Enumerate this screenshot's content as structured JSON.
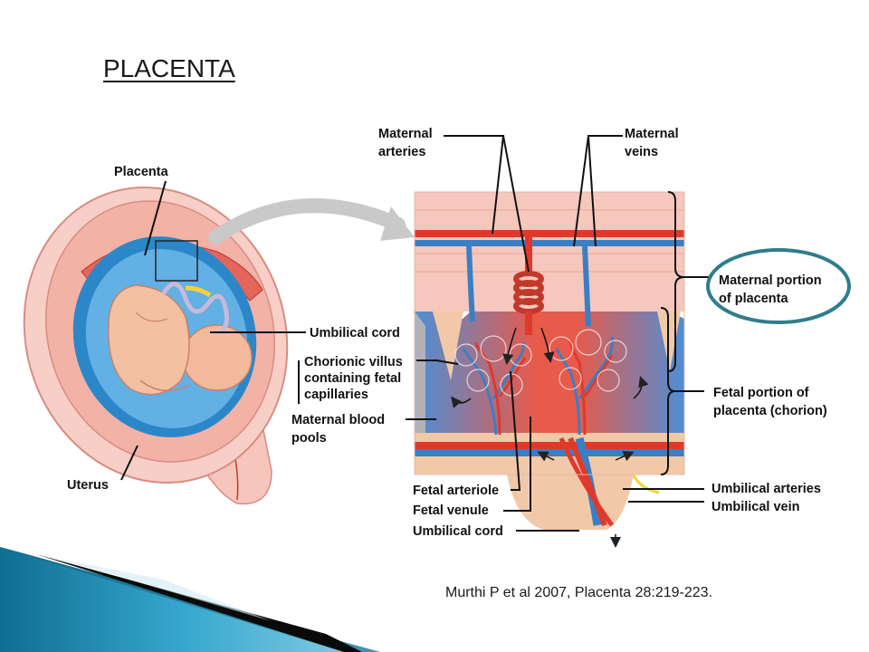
{
  "title": "PLACENTA",
  "labels": {
    "placenta": "Placenta",
    "umbilical_cord_left": "Umbilical cord",
    "chorionic_villus": [
      "Chorionic villus",
      "containing fetal",
      "capillaries"
    ],
    "maternal_blood_pools": [
      "Maternal blood",
      "pools"
    ],
    "uterus": "Uterus",
    "maternal_arteries": [
      "Maternal",
      "arteries"
    ],
    "maternal_veins": [
      "Maternal",
      "veins"
    ],
    "maternal_portion": [
      "Maternal portion",
      "of placenta"
    ],
    "fetal_portion": [
      "Fetal portion of",
      "placenta (chorion)"
    ],
    "umbilical_arteries": "Umbilical arteries",
    "umbilical_vein": "Umbilical vein",
    "fetal_arteriole": "Fetal arteriole",
    "fetal_venule": "Fetal venule",
    "umbilical_cord_bottom": "Umbilical cord"
  },
  "citation": "Murthi P et al 2007, Placenta  28:219-223.",
  "colors": {
    "artery_red": "#e0392b",
    "vein_blue": "#3a7fc4",
    "tissue_pink": "#f4b8ae",
    "slide_teal": "#1b8fb5",
    "highlight_oval": "#2e7d8c"
  }
}
